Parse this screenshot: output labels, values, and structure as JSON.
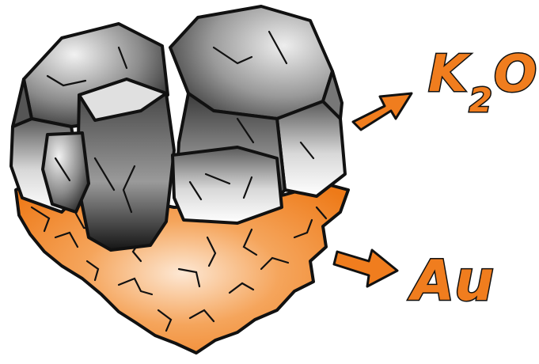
{
  "image": {
    "subject": "mineral-cluster",
    "colors": {
      "background": "#ffffff",
      "crystal_dark": "#1a1a1a",
      "crystal_mid": "#7d7d7d",
      "crystal_light": "#f2f2f2",
      "rock_orange": "#f07d1e",
      "rock_light": "#fbe3cc",
      "outline": "#111111",
      "arrow": "#f07d1e"
    }
  },
  "labels": {
    "top": {
      "element": "K",
      "subscript": "2",
      "suffix": "O"
    },
    "bottom": {
      "text": "Au"
    }
  }
}
